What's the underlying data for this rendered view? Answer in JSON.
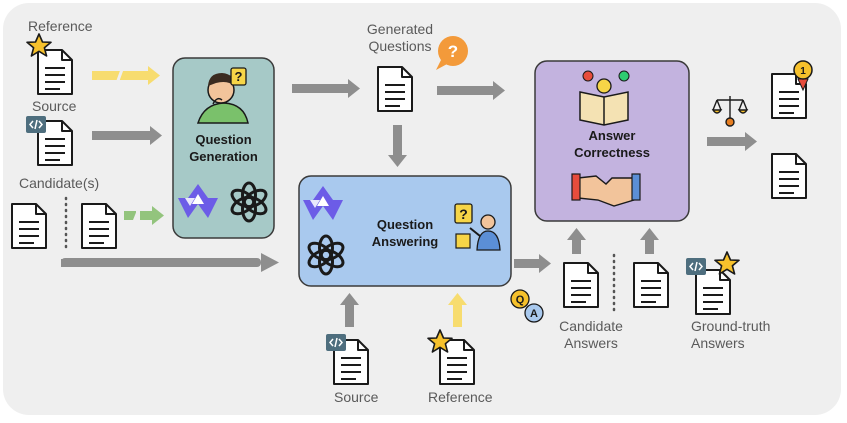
{
  "labels": {
    "reference_top": "Reference",
    "source_left": "Source",
    "candidates_left": "Candidate(s)",
    "generated_questions_line1": "Generated",
    "generated_questions_line2": "Questions",
    "source_bottom": "Source",
    "reference_bottom": "Reference",
    "candidate_answers_line1": "Candidate",
    "candidate_answers_line2": "Answers",
    "ground_truth_line1": "Ground-truth",
    "ground_truth_line2": "Answers"
  },
  "boxes": {
    "question_generation": {
      "line1": "Question",
      "line2": "Generation",
      "color": "#a6c9c7"
    },
    "question_answering": {
      "line1": "Question",
      "line2": "Answering",
      "color": "#a9c9ee"
    },
    "answer_correctness": {
      "line1": "Answer",
      "line2": "Correctness",
      "color": "#c3b3df"
    }
  },
  "icons": {
    "star": "star-icon",
    "code": "code-icon",
    "question_bubble": "question-bubble-icon",
    "qa_bubble": "qa-bubble-icon",
    "qwen_logo": "qwen-logo-icon",
    "openai_logo": "openai-logo-icon"
  },
  "colors": {
    "arrow_gray": "#8e8e8e",
    "arrow_yellow": "#f7dc6f",
    "arrow_green": "#93c47d",
    "star": "#f6c12c",
    "question_orange": "#f39a3a"
  }
}
